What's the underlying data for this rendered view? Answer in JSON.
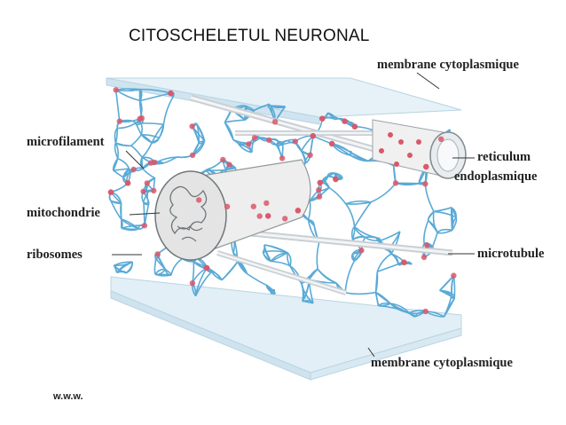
{
  "title": "CITOSCHELETUL NEURONAL",
  "labels": {
    "membrane_top": "membrane cytoplasmique",
    "microfilament": "microfilament",
    "reticulum_line1": "reticulum",
    "reticulum_line2": "endoplasmique",
    "mitochondrie": "mitochondrie",
    "ribosomes": "ribosomes",
    "microtubule": "microtubule",
    "membrane_bottom": "membrane cytoplasmique"
  },
  "credit": "w.w.w.",
  "colors": {
    "filament": "#5aaad6",
    "ribosome": "#d9576a",
    "membrane": "#dfeef6",
    "organelle": "#e8e8e8"
  }
}
